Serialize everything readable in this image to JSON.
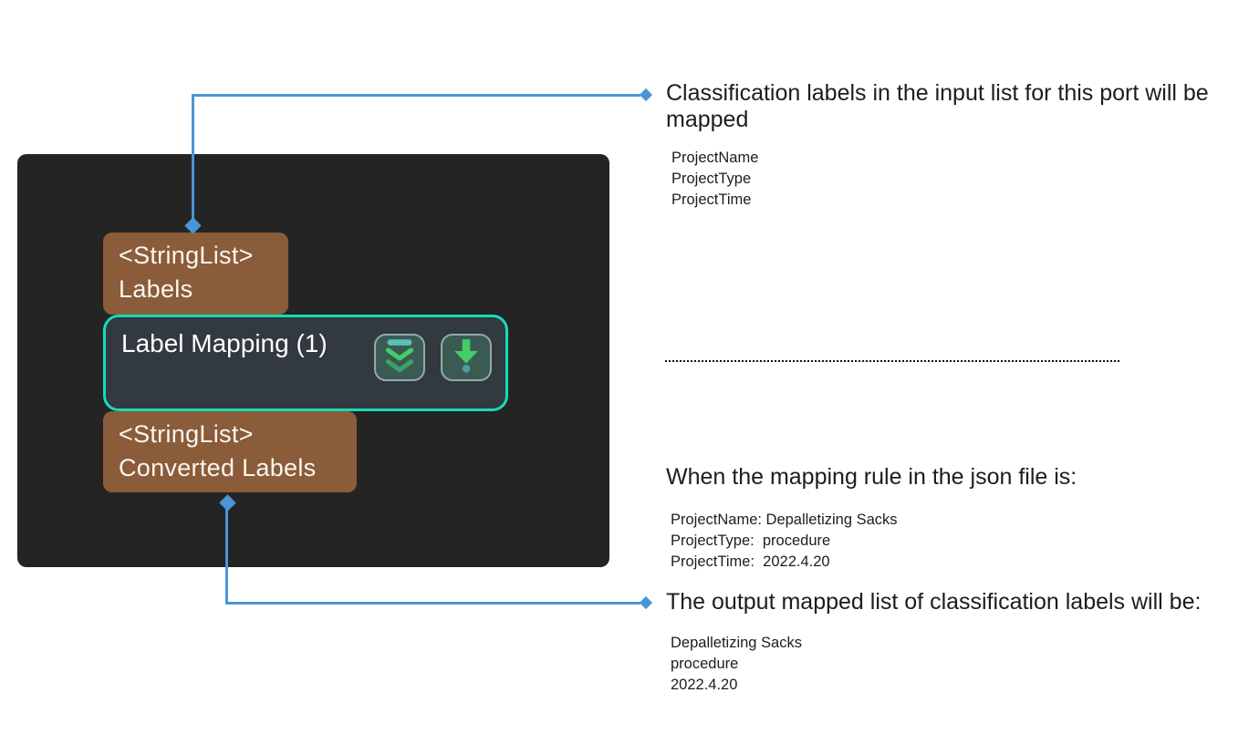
{
  "colors": {
    "canvas-bg": "#ffffff",
    "panel-bg": "#242424",
    "port-bg": "#8a5c39",
    "port-text": "#faf6f0",
    "node-bg": "#323940",
    "node-border": "#16dbb9",
    "node-title": "#ffffff",
    "button-bg": "#3c5a54",
    "button-border": "#93aaa5",
    "connector": "#4a95d7",
    "annotation-text": "#1d1d1d",
    "icon-teal": "#58c1b2",
    "icon-green": "#43cd68",
    "icon-green-dark": "#3ba269",
    "icon-dot": "#4aa0a0"
  },
  "graph": {
    "input_port": {
      "type": "<StringList>",
      "name": "Labels"
    },
    "node": {
      "title": "Label Mapping (1)",
      "buttons": [
        {
          "icon": "double-chevron-down-icon"
        },
        {
          "icon": "down-arrow-dot-icon"
        }
      ]
    },
    "output_port": {
      "type": "<StringList>",
      "name": "Converted Labels"
    }
  },
  "annotations": {
    "input_note": {
      "title": "Classification labels in the input list for this port will be\nmapped",
      "items": "ProjectName\nProjectType\nProjectTime"
    },
    "mapping_note": {
      "title": "When the mapping rule in the json file is:",
      "items": "ProjectName: Depalletizing Sacks\nProjectType:  procedure\nProjectTime:  2022.4.20"
    },
    "output_note": {
      "title": "The output mapped list of classification labels will be:",
      "items": "Depalletizing Sacks\nprocedure\n2022.4.20"
    }
  }
}
